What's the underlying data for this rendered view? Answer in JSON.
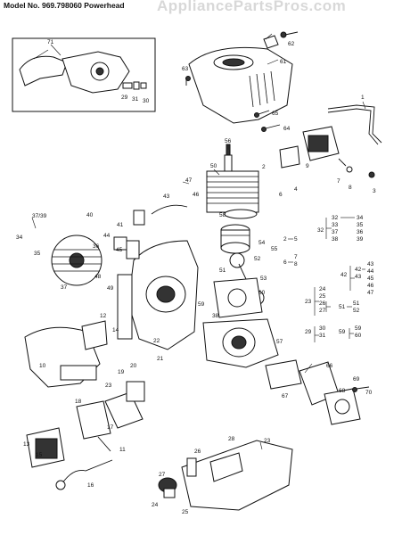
{
  "header": {
    "model_title": "Model No. 969.798060 Powerhead",
    "watermark": "AppliancePartsPros.com"
  },
  "callouts": {
    "c71": "71",
    "c62": "62",
    "c61": "61",
    "c63": "63",
    "c1": "1",
    "c29": "29",
    "c31": "31",
    "c30": "30",
    "c65": "65",
    "c64": "64",
    "c56": "56",
    "c50": "50",
    "c47": "47",
    "c46": "46",
    "c43": "43",
    "c2": "2",
    "c3": "3",
    "c4": "4",
    "c6": "6",
    "c7": "7",
    "c8": "8",
    "c9": "9",
    "c10": "10",
    "c37_39": "37/39",
    "c40": "40",
    "c41": "41",
    "c44": "44",
    "c45": "45",
    "c58": "58",
    "c34": "34",
    "c35": "35",
    "c36": "36",
    "c54": "54",
    "c55": "55",
    "c52": "52",
    "c51": "51",
    "c53": "53",
    "c48": "48",
    "c49": "49",
    "c37b": "37",
    "c60": "60",
    "c59": "59",
    "c38": "38",
    "c57": "57",
    "c12": "12",
    "c14": "14",
    "c22": "22",
    "c21": "21",
    "c20": "20",
    "c19": "19",
    "c23": "23",
    "c18": "18",
    "c17": "17",
    "c11": "11",
    "c13": "13",
    "c15": "15",
    "c16": "16",
    "c66": "66",
    "c67": "67",
    "c68": "68",
    "c69": "69",
    "c70": "70",
    "c26": "26",
    "c28": "28",
    "c27": "27",
    "c24": "24",
    "c25": "25",
    "c32b": "32",
    "c33b": "33",
    "c42b": "42",
    "c5b": "5"
  },
  "groups": {
    "g_2_5": {
      "left": "2",
      "items": [
        "5"
      ]
    },
    "g_6": {
      "left": "6",
      "items": [
        "7",
        "8"
      ]
    },
    "g_23": {
      "left": "23",
      "items": [
        "24",
        "25",
        "26",
        "27"
      ]
    },
    "g_29": {
      "left": "29",
      "items": [
        "30",
        "31"
      ]
    },
    "g_32": {
      "left": "32",
      "items": [
        "32",
        "33",
        "37",
        "38"
      ],
      "right": [
        "34",
        "35",
        "36",
        "39"
      ]
    },
    "g_42": {
      "left": "42",
      "items": [
        "42",
        "43"
      ],
      "right": [
        "43",
        "44",
        "45",
        "46",
        "47"
      ]
    },
    "g_51": {
      "left": "51",
      "items": [
        "51",
        "52"
      ]
    },
    "g_59": {
      "left": "59",
      "items": [
        "59",
        "60"
      ]
    }
  }
}
